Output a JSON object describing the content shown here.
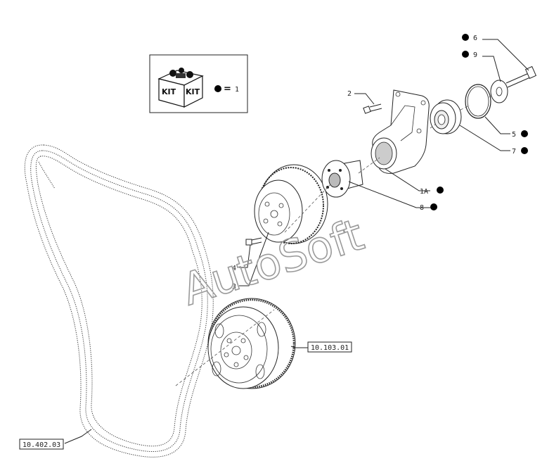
{
  "kit": {
    "box_text_left": "KIT",
    "box_text_right": "KIT",
    "equals": "=",
    "ref": "1"
  },
  "callouts": [
    {
      "id": "c-6",
      "text": "6",
      "bullet": true
    },
    {
      "id": "c-9",
      "text": "9",
      "bullet": true
    },
    {
      "id": "c-2",
      "text": "2",
      "bullet": false
    },
    {
      "id": "c-5",
      "text": "5",
      "bullet": true
    },
    {
      "id": "c-7",
      "text": "7",
      "bullet": true
    },
    {
      "id": "c-1a",
      "text": "1A",
      "bullet": true
    },
    {
      "id": "c-8",
      "text": "8",
      "bullet": true
    },
    {
      "id": "c-4",
      "text": "4",
      "bullet": false
    },
    {
      "id": "c-3",
      "text": "3",
      "bullet": false
    }
  ],
  "refs": {
    "flywheel": "10.103.01",
    "belt": "10.402.03"
  },
  "watermark": "AutoSoft"
}
